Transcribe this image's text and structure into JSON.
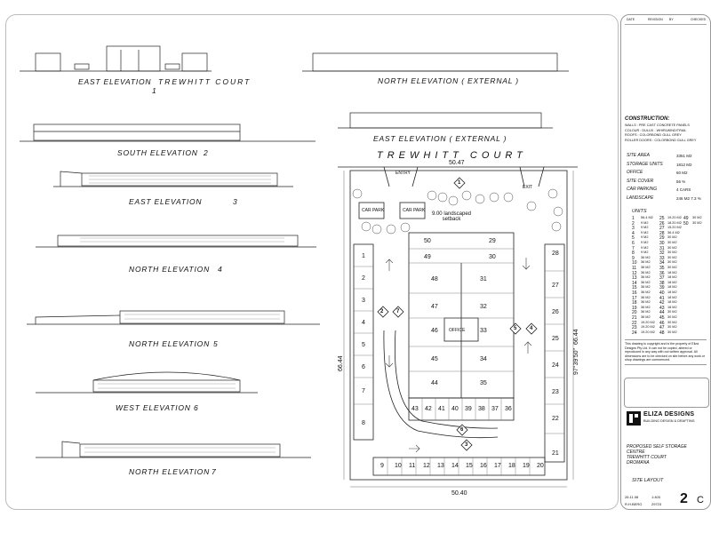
{
  "elevations": [
    {
      "label": "EAST ELEVATION",
      "street": "TREWHITT   COURT",
      "num": "1"
    },
    {
      "label": "NORTH ELEVATION  ( EXTERNAL )",
      "num": ""
    },
    {
      "label": "EAST ELEVATION  ( EXTERNAL )",
      "num": ""
    },
    {
      "label": "SOUTH ELEVATION",
      "num": "2"
    },
    {
      "label": "EAST ELEVATION",
      "num": "3"
    },
    {
      "label": "NORTH ELEVATION",
      "num": "4"
    },
    {
      "label": "NORTH ELEVATION",
      "num": "5"
    },
    {
      "label": "WEST ELEVATION",
      "num": "6"
    },
    {
      "label": "NORTH ELEVATION",
      "num": "7"
    }
  ],
  "plan": {
    "street": "TREWHITT      COURT",
    "top_dim": "50.47",
    "bottom_dim": "50.40",
    "left_dim": "66.44",
    "right_dim": "66.44",
    "right_dim2": "97°39'50\"",
    "entry": "ENTRY",
    "exit": "EXIT",
    "car_park": "CAR PARK",
    "setback": "9.00 landscaped setback",
    "office": "OFFICE",
    "units_left": [
      "1",
      "2",
      "3",
      "4",
      "5",
      "6",
      "7",
      "8"
    ],
    "units_bottom": [
      "9",
      "10",
      "11",
      "12",
      "13",
      "14",
      "15",
      "16",
      "17",
      "18",
      "19",
      "20"
    ],
    "units_right": [
      "28",
      "27",
      "26",
      "25",
      "24",
      "23",
      "22",
      "21"
    ],
    "units_center_left": [
      "48",
      "47",
      "46",
      "45",
      "44"
    ],
    "units_center_right": [
      "31",
      "32",
      "33",
      "34",
      "35"
    ],
    "units_center_bottom": [
      "43",
      "42",
      "41",
      "40",
      "39",
      "38",
      "37",
      "36"
    ],
    "units_top": [
      "50",
      "49",
      "29",
      "30"
    ],
    "markers": [
      "1",
      "2",
      "7",
      "5",
      "4",
      "6",
      "3"
    ]
  },
  "titleblock": {
    "header_cols": [
      "DATE",
      "REVISION",
      "BY",
      "CHECKED"
    ],
    "construction_title": "CONSTRUCTION:",
    "construction_lines": [
      "WALLS : PRE CAST CONCRETE PANELS",
      "COLOUR : DULUX - WHIRLWIND/TRAIL",
      "ROOFS : COLORBOND GULL GREY",
      "ROLLER DOORS : COLORBOND GULL GREY"
    ],
    "stats": [
      {
        "label": "SITE AREA",
        "value": "3351 M2"
      },
      {
        "label": "STORAGE UNITS",
        "value": "1812 M2"
      },
      {
        "label": "OFFICE",
        "value": "60 M2"
      },
      {
        "label": "SITE COVER",
        "value": "56 %"
      },
      {
        "label": "CAR PARKING",
        "value": "4 CARS"
      },
      {
        "label": "LANDSCAPE",
        "value": "246 M2   7.3 %"
      }
    ],
    "units_title": "UNITS",
    "units_table": [
      [
        "1",
        "56.4 M2",
        "25",
        "19.20 M2",
        "49",
        "30 M2"
      ],
      [
        "2",
        "9 M2",
        "26",
        "18.20 M2",
        "50",
        "30 M2"
      ],
      [
        "3",
        "9 M2",
        "27",
        "15.20 M2",
        "",
        ""
      ],
      [
        "4",
        "9 M2",
        "28",
        "36.4 M2",
        "",
        ""
      ],
      [
        "5",
        "9 M2",
        "29",
        "30 M2",
        "",
        ""
      ],
      [
        "6",
        "9 M2",
        "30",
        "30 M2",
        "",
        ""
      ],
      [
        "7",
        "9 M2",
        "31",
        "30 M2",
        "",
        ""
      ],
      [
        "8",
        "9 M2",
        "32",
        "30 M2",
        "",
        ""
      ],
      [
        "9",
        "36 M2",
        "33",
        "30 M2",
        "",
        ""
      ],
      [
        "10",
        "36 M2",
        "34",
        "30 M2",
        "",
        ""
      ],
      [
        "11",
        "36 M2",
        "35",
        "30 M2",
        "",
        ""
      ],
      [
        "12",
        "36 M2",
        "36",
        "18 M2",
        "",
        ""
      ],
      [
        "13",
        "36 M2",
        "37",
        "18 M2",
        "",
        ""
      ],
      [
        "14",
        "36 M2",
        "38",
        "18 M2",
        "",
        ""
      ],
      [
        "15",
        "36 M2",
        "39",
        "18 M2",
        "",
        ""
      ],
      [
        "16",
        "36 M2",
        "40",
        "18 M2",
        "",
        ""
      ],
      [
        "17",
        "36 M2",
        "41",
        "18 M2",
        "",
        ""
      ],
      [
        "18",
        "36 M2",
        "42",
        "18 M2",
        "",
        ""
      ],
      [
        "19",
        "36 M2",
        "43",
        "18 M2",
        "",
        ""
      ],
      [
        "20",
        "36 M2",
        "44",
        "30 M2",
        "",
        ""
      ],
      [
        "21",
        "36 M2",
        "45",
        "30 M2",
        "",
        ""
      ],
      [
        "22",
        "19.20 M2",
        "46",
        "30 M2",
        "",
        ""
      ],
      [
        "23",
        "19.20 M2",
        "47",
        "30 M2",
        "",
        ""
      ],
      [
        "24",
        "19.20 M2",
        "48",
        "30 M2",
        "",
        ""
      ]
    ],
    "copyright": "This drawing is copyright and is the property of Eliza Designs Pty Ltd. It can not be copied, altered or reproduced in any way with out written approval. All dimensions are to be checked on site before any work or shop drawings are commenced.",
    "logo_name": "ELIZA DESIGNS",
    "logo_tag": "BUILDING DESIGN & DRAFTING",
    "project_lines": [
      "PROPOSED SELF STORAGE",
      "CENTRE",
      "TREWHITT COURT",
      "DROMANA"
    ],
    "sheet_title": "SITE LAYOUT",
    "date": "26.11.08",
    "scale": "1:400",
    "drawn": "R.H.BERG",
    "job": "29723",
    "sheet_no": "2",
    "rev": "C"
  }
}
